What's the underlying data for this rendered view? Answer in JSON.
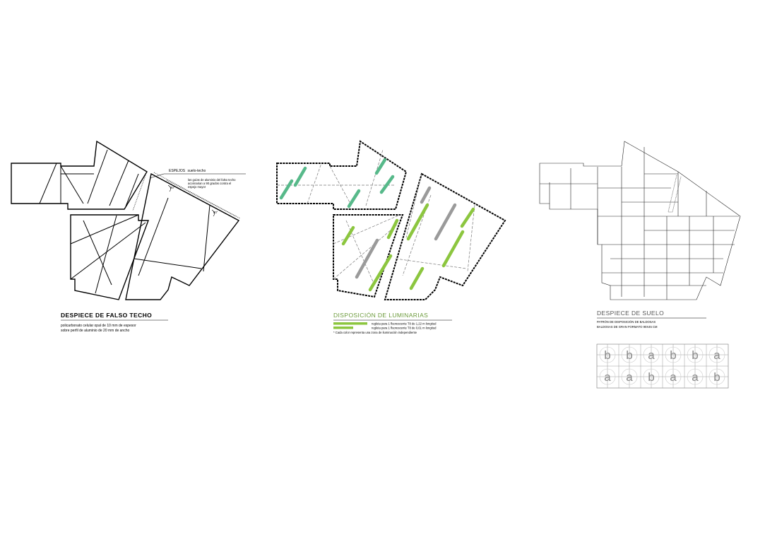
{
  "ceiling": {
    "label_title": "ESPEJOS",
    "label_subtitle": "suelo-techo",
    "label_note_1": "las guías de aluminio del falso techo",
    "label_note_2": "aconnarian a 90 grados contra el",
    "label_note_3": "espejo mayor",
    "title": "DESPIECE DE FALSO TECHO",
    "desc_1": "policarbonato celular opal de 10 mm de espesor",
    "desc_2": "sobre perfil de aluminio de 20 mm de ancho"
  },
  "lighting": {
    "title": "DISPOSICIÓN DE LUMINARIAS",
    "legend": [
      {
        "text": "regleta para 1 fluorescente T8 de 1,22 m longitud",
        "color": "#8cc63f"
      },
      {
        "text": "regleta para 1 fluorescente T8 de 0,61 m longitud",
        "color": "#8cc63f"
      }
    ],
    "note": "* Cada color representa una zona de iluminación independiente",
    "colors": {
      "zone_1": "#57b98a",
      "zone_2": "#8cc63f",
      "zone_3": "#9a9a9a"
    }
  },
  "floor": {
    "title": "DESPIECE DE SUELO",
    "desc_1": "PATRÓN DE DISPOSICIÓN DE BALDOSAS",
    "desc_2": "BALDOSAS DE GRAN FORMATO 90X45 CM",
    "pattern_row_1": [
      "b",
      "b",
      "a",
      "b",
      "b",
      "a"
    ],
    "pattern_row_2": [
      "a",
      "a",
      "b",
      "a",
      "a",
      "b"
    ]
  }
}
